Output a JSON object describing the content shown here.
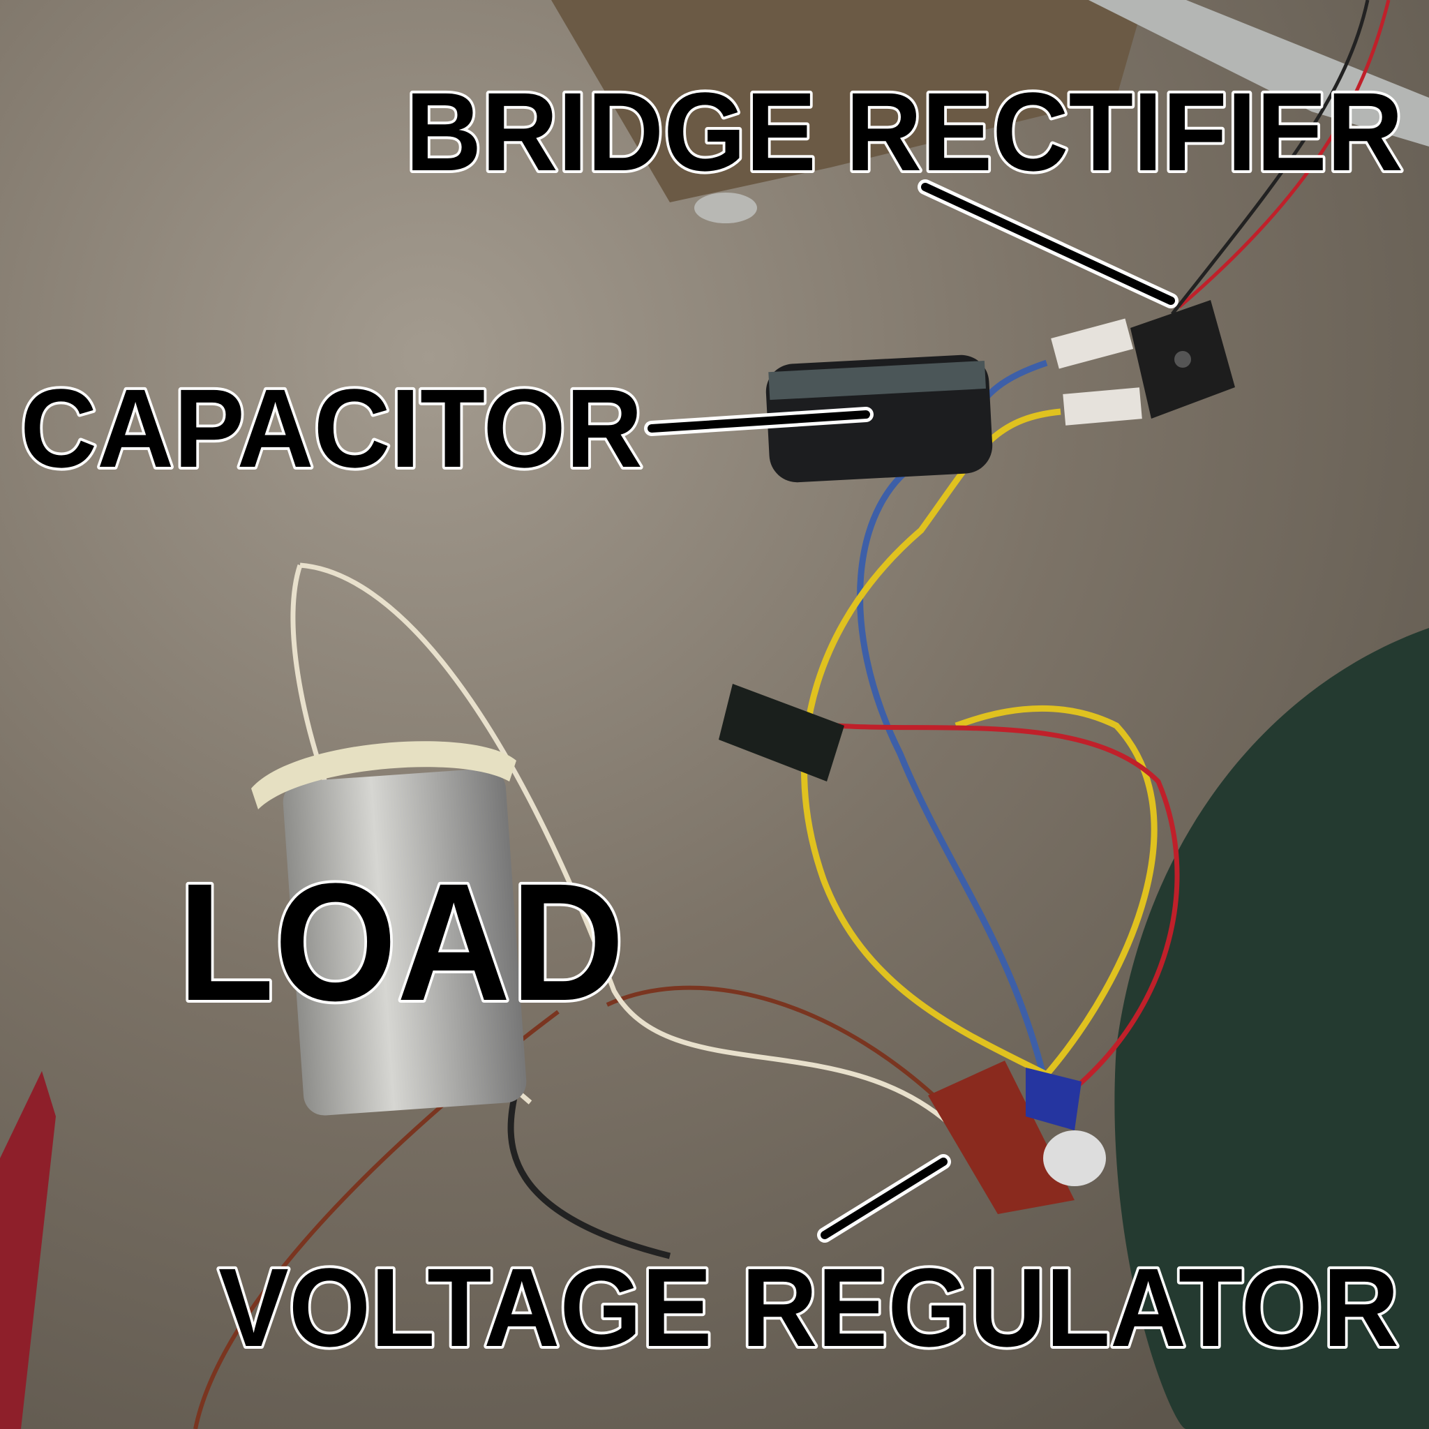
{
  "labels": {
    "bridge_rectifier": "BRIDGE RECTIFIER",
    "capacitor": "CAPACITOR",
    "load": "LOAD",
    "voltage_regulator": "VOLTAGE REGULATOR"
  },
  "colors": {
    "floor": "#7a7166",
    "wire_blue": "#3d5fa8",
    "wire_yellow": "#e0c21f",
    "wire_red": "#c0202a",
    "wire_brown": "#7a3520",
    "wire_white": "#e8e0cc",
    "motor_green": "#243a30",
    "regulator_board": "#8a2a1e"
  }
}
